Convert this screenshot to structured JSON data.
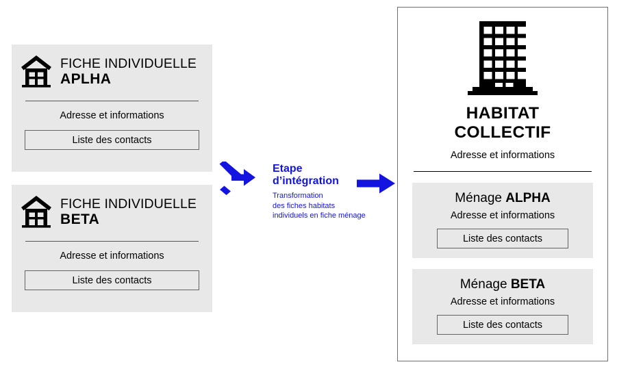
{
  "individual_cards": [
    {
      "icon": "house-icon",
      "title_line1": "FICHE INDIVIDUELLE",
      "title_line2": "APLHA",
      "address_label": "Adresse et informations",
      "contacts_button": "Liste des contacts"
    },
    {
      "icon": "house-icon",
      "title_line1": "FICHE INDIVIDUELLE",
      "title_line2": "BETA",
      "address_label": "Adresse et informations",
      "contacts_button": "Liste des contacts"
    }
  ],
  "integration_step": {
    "merge_arrow_icon": "merge-arrow-icon",
    "out_arrow_icon": "right-arrow-icon",
    "title_line1": "Etape",
    "title_line2": "d’intégration",
    "subtitle_line1": "Transformation",
    "subtitle_line2": "des fiches habitats",
    "subtitle_line3": "individuels en fiche ménage",
    "color": "#1414e0"
  },
  "collective": {
    "icon": "apartment-building-icon",
    "title_line1": "HABITAT",
    "title_line2": "COLLECTIF",
    "address_label": "Adresse et informations",
    "menages": [
      {
        "prefix": "Ménage ",
        "name": "ALPHA",
        "address_label": "Adresse et informations",
        "contacts_button": "Liste des contacts"
      },
      {
        "prefix": "Ménage ",
        "name": "BETA",
        "address_label": "Adresse et informations",
        "contacts_button": "Liste des contacts"
      }
    ]
  },
  "colors": {
    "card_background": "#e8e8e8",
    "accent_blue": "#1414e0",
    "border_gray": "#6e6e6e",
    "text_black": "#000000"
  }
}
